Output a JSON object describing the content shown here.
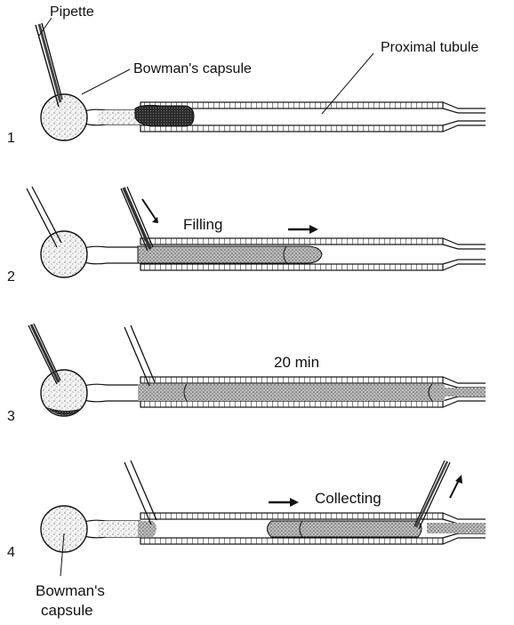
{
  "labels": {
    "pipette": "Pipette",
    "bowmans_capsule_top": "Bowman's capsule",
    "proximal_tubule": "Proximal tubule",
    "filling": "Filling",
    "twenty_min": "20 min",
    "collecting": "Collecting",
    "bowmans_capsule_bottom_line1": "Bowman's",
    "bowmans_capsule_bottom_line2": "capsule"
  },
  "steps": [
    "1",
    "2",
    "3",
    "4"
  ],
  "colors": {
    "ink": "#111111",
    "stipple": "#8a8a8a",
    "dark_fill": "#3a3a3a"
  }
}
